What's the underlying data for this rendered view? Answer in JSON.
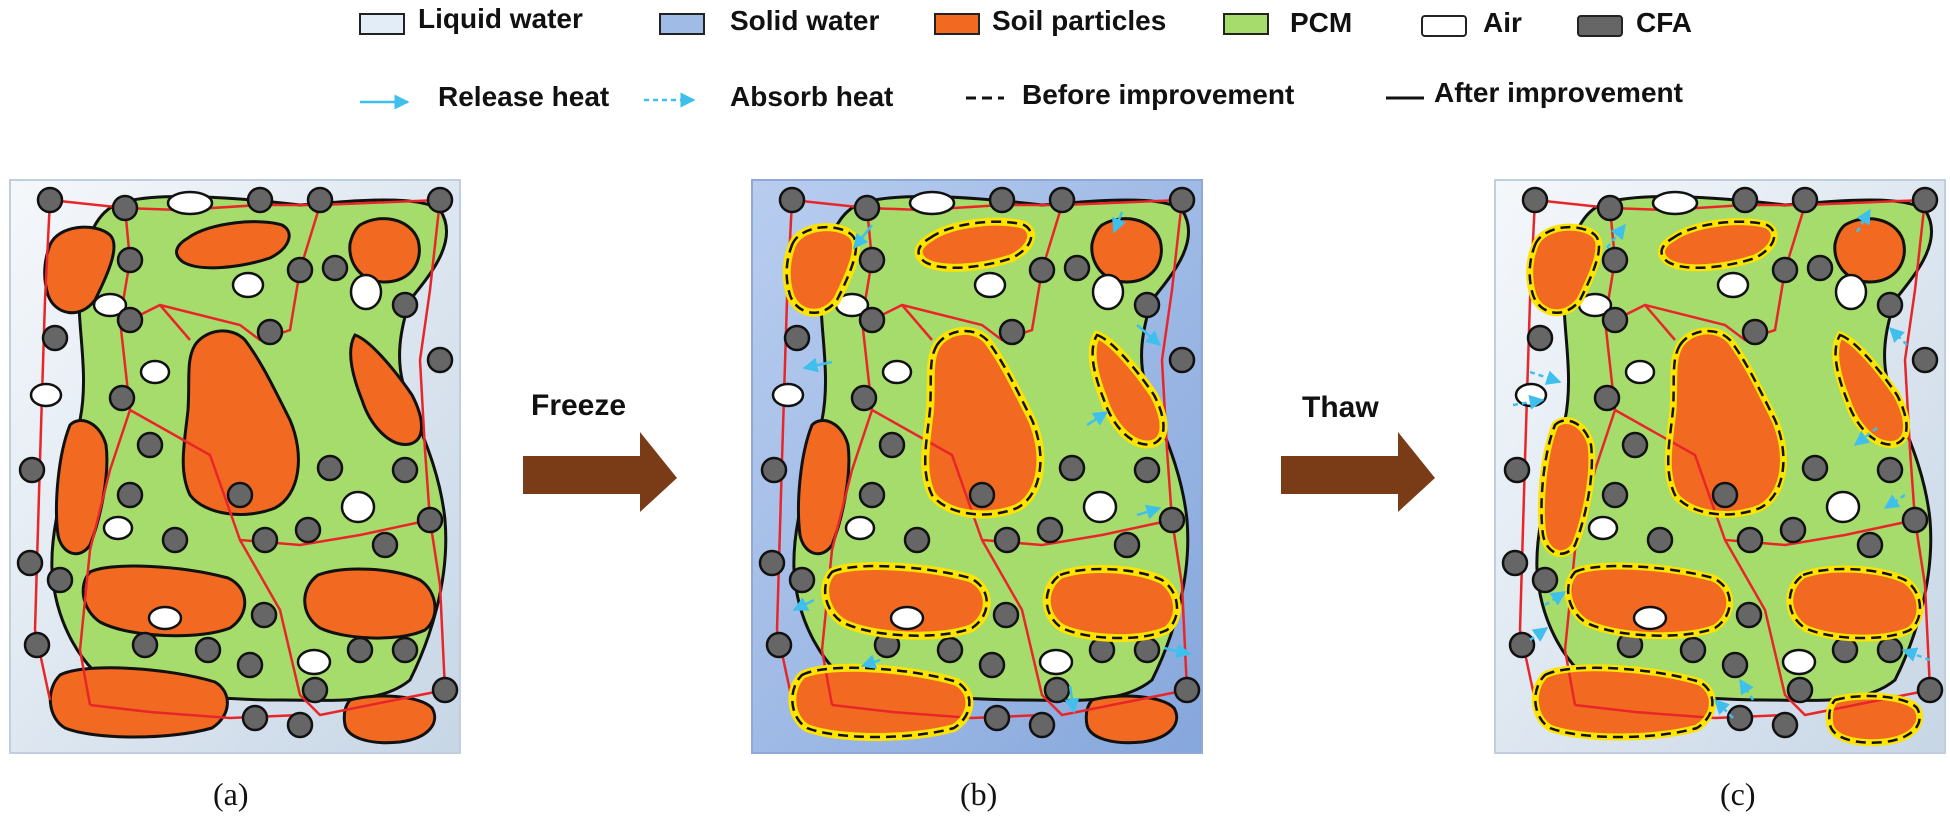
{
  "legend": {
    "liquid_water": "Liquid water",
    "solid_water": "Solid water",
    "soil_particles": "Soil particles",
    "pcm": "PCM",
    "air": "Air",
    "cfa": "CFA",
    "release_heat": "Release heat",
    "absorb_heat": "Absorb heat",
    "before_improvement": "Before improvement",
    "after_improvement": "After improvement"
  },
  "steps": {
    "freeze": "Freeze",
    "thaw": "Thaw"
  },
  "panels": {
    "a": "(a)",
    "b": "(b)",
    "c": "(c)"
  },
  "colors": {
    "liquid_water": "#dde8f3",
    "solid_water": "#9fbbe6",
    "soil": "#f26a22",
    "pcm": "#a6dc6b",
    "air": "#ffffff",
    "cfa": "#666666",
    "cfa_link": "#e8262a",
    "heat_arrow": "#3fc0ec",
    "process_arrow": "#7a3b17",
    "soil_ring": "#ffe400"
  }
}
